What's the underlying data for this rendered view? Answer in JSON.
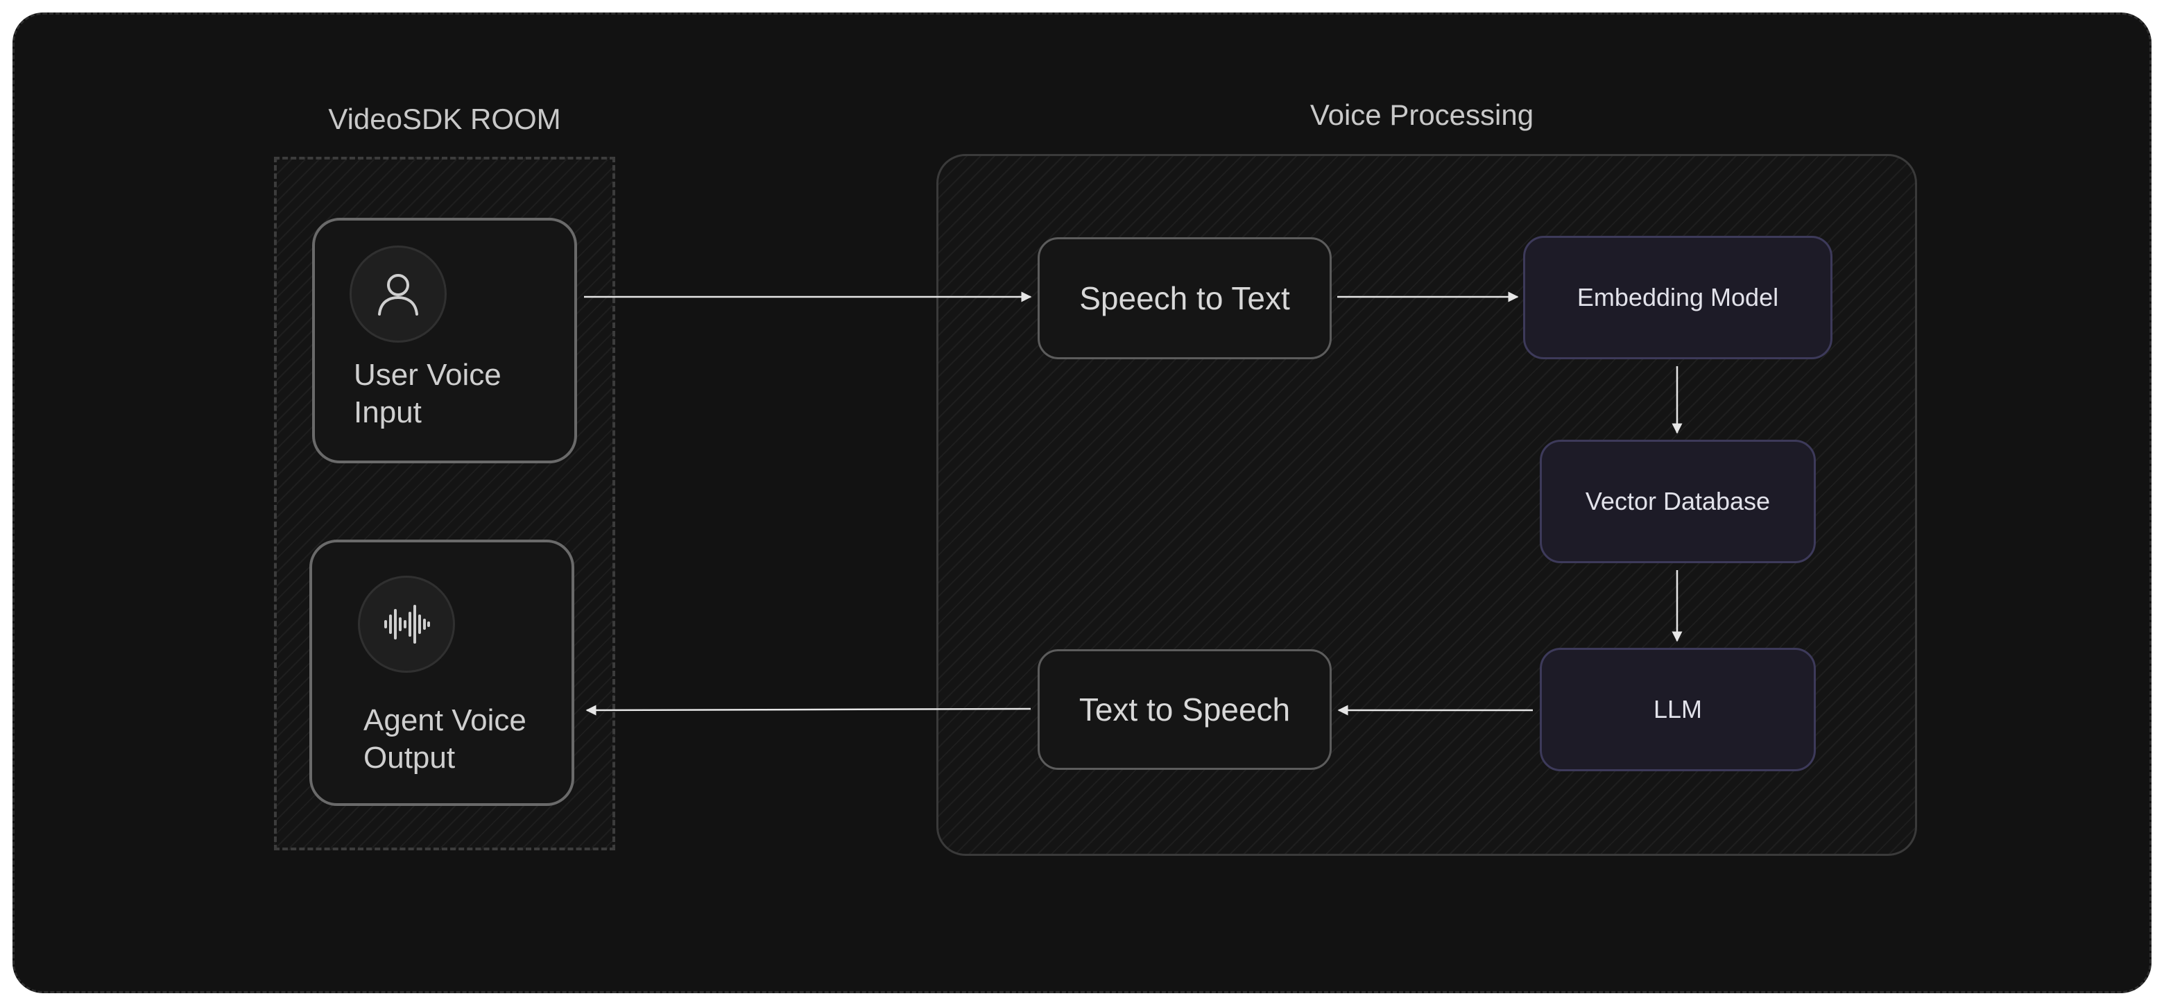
{
  "groups": {
    "room_title": "VideoSDK ROOM",
    "processing_title": "Voice Processing"
  },
  "room": {
    "user_input": {
      "line1": "User Voice",
      "line2": "Input",
      "icon": "user-icon"
    },
    "agent_output": {
      "line1": "Agent Voice",
      "line2": "Output",
      "icon": "waveform-icon"
    }
  },
  "processing": {
    "speech_to_text": "Speech to Text",
    "embedding_model": "Embedding Model",
    "vector_database": "Vector Database",
    "llm": "LLM",
    "text_to_speech": "Text to Speech"
  },
  "colors": {
    "background": "#121212",
    "node_border": "#5c5c5c",
    "model_fill": "#1d1b27",
    "model_border": "#3d3a5a",
    "arrow": "#e6e6e6"
  }
}
